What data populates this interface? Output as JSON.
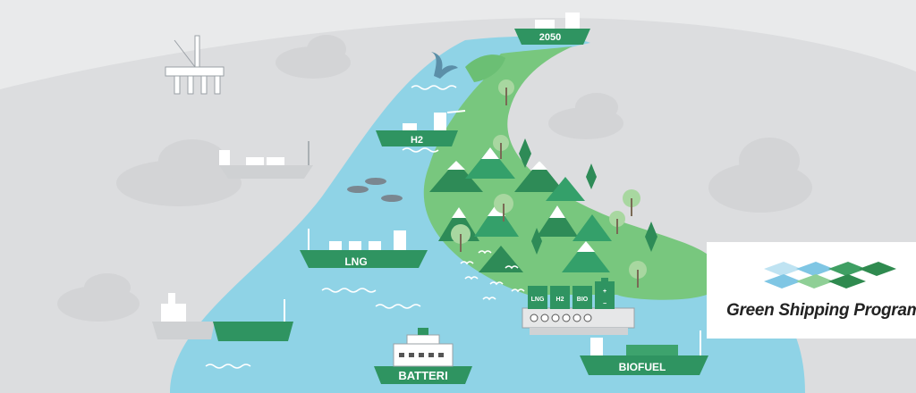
{
  "ships": {
    "h2": "H2",
    "year_2050": "2050",
    "lng": "LNG",
    "batteri": "BATTERI",
    "biofuel": "BIOFUEL"
  },
  "fuel_station": {
    "tank_lng": "LNG",
    "tank_h2": "H2",
    "tank_bio": "BIO",
    "battery_plus": "+",
    "battery_minus": "−"
  },
  "logo": {
    "text": "Green Shipping Programme"
  },
  "colors": {
    "ocean": "#8fd3e6",
    "land_gray": "#dcdddf",
    "land_green": "#78c77e",
    "ship_green": "#2f9461",
    "mountain_dark": "#2e8b57",
    "logo_blue": "#7fc6e4",
    "logo_green": "#2f8a4f"
  }
}
